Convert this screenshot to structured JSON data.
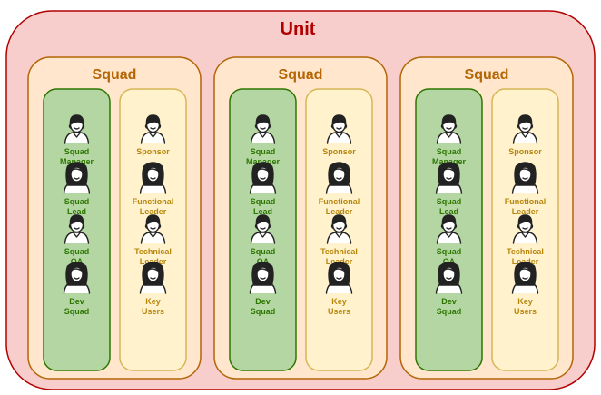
{
  "unit": {
    "title": "Unit"
  },
  "squads": [
    {
      "title": "Squad",
      "left_column": [
        {
          "label_lines": [
            "Squad",
            "Manager"
          ],
          "icon": "man-short-hair-icon"
        },
        {
          "label_lines": [
            "Squad",
            "Lead"
          ],
          "icon": "woman-long-hair-icon"
        },
        {
          "label_lines": [
            "Squad",
            "QA"
          ],
          "icon": "man-short-hair-icon"
        },
        {
          "label_lines": [
            "Dev",
            "Squad"
          ],
          "icon": "woman-long-hair-icon"
        }
      ],
      "right_column": [
        {
          "label_lines": [
            "Sponsor"
          ],
          "icon": "man-short-hair-icon"
        },
        {
          "label_lines": [
            "Functional",
            "Leader"
          ],
          "icon": "woman-long-hair-icon"
        },
        {
          "label_lines": [
            "Technical",
            "Leader"
          ],
          "icon": "man-short-hair-icon"
        },
        {
          "label_lines": [
            "Key",
            "Users"
          ],
          "icon": "woman-long-hair-icon"
        }
      ]
    },
    {
      "title": "Squad",
      "left_column": [
        {
          "label_lines": [
            "Squad",
            "Manager"
          ],
          "icon": "man-short-hair-icon"
        },
        {
          "label_lines": [
            "Squad",
            "Lead"
          ],
          "icon": "woman-long-hair-icon"
        },
        {
          "label_lines": [
            "Squad",
            "QA"
          ],
          "icon": "man-short-hair-icon"
        },
        {
          "label_lines": [
            "Dev",
            "Squad"
          ],
          "icon": "woman-long-hair-icon"
        }
      ],
      "right_column": [
        {
          "label_lines": [
            "Sponsor"
          ],
          "icon": "man-short-hair-icon"
        },
        {
          "label_lines": [
            "Functional",
            "Leader"
          ],
          "icon": "woman-long-hair-icon"
        },
        {
          "label_lines": [
            "Technical",
            "Leader"
          ],
          "icon": "man-short-hair-icon"
        },
        {
          "label_lines": [
            "Key",
            "Users"
          ],
          "icon": "woman-long-hair-icon"
        }
      ]
    },
    {
      "title": "Squad",
      "left_column": [
        {
          "label_lines": [
            "Squad",
            "Manager"
          ],
          "icon": "man-short-hair-icon"
        },
        {
          "label_lines": [
            "Squad",
            "Lead"
          ],
          "icon": "woman-long-hair-icon"
        },
        {
          "label_lines": [
            "Squad",
            "QA"
          ],
          "icon": "man-short-hair-icon"
        },
        {
          "label_lines": [
            "Dev",
            "Squad"
          ],
          "icon": "woman-long-hair-icon"
        }
      ],
      "right_column": [
        {
          "label_lines": [
            "Sponsor"
          ],
          "icon": "man-short-hair-icon"
        },
        {
          "label_lines": [
            "Functional",
            "Leader"
          ],
          "icon": "woman-long-hair-icon"
        },
        {
          "label_lines": [
            "Technical",
            "Leader"
          ],
          "icon": "man-short-hair-icon"
        },
        {
          "label_lines": [
            "Key",
            "Users"
          ],
          "icon": "woman-long-hair-icon"
        }
      ]
    }
  ],
  "colors": {
    "unit_fill": "#f8cecc",
    "unit_stroke": "#b20000",
    "unit_title": "#b20000",
    "squad_fill": "#ffe6cc",
    "squad_stroke": "#b46504",
    "squad_title": "#b46504",
    "left_fill": "#b3d6a2",
    "left_stroke": "#2d7600",
    "left_text": "#2d7600",
    "right_fill": "#fff2cc",
    "right_stroke": "#d6b656",
    "right_text": "#b8860b",
    "icon_stroke": "#222222"
  }
}
